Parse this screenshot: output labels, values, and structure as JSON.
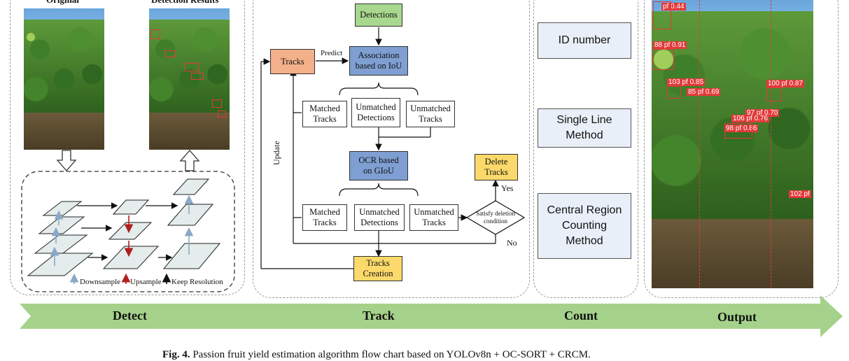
{
  "detect": {
    "original_label": "Original",
    "results_label": "Detection Results",
    "legend": {
      "downsample": "Downsample",
      "upsample": "Upsample",
      "keep": "Keep Resolution"
    }
  },
  "track": {
    "detections": "Detections",
    "tracks": "Tracks",
    "predict": "Predict",
    "association": "Association\nbased on IoU",
    "matched1": "Matched\nTracks",
    "unmatched_det1": "Unmatched\nDetections",
    "unmatched_trk1": "Unmatched\nTracks",
    "ocr": "OCR based\non GIoU",
    "matched2": "Matched\nTracks",
    "unmatched_det2": "Unmatched\nDetections",
    "unmatched_trk2": "Unmatched\nTracks",
    "decision": "Satisfy deletion\ncondition",
    "delete": "Delete\nTracks",
    "yes": "Yes",
    "no": "No",
    "update": "Update",
    "creation": "Tracks\nCreation"
  },
  "count": {
    "id": "ID number",
    "single_line": "Single Line\nMethod",
    "central": "Central Region\nCounting\nMethod"
  },
  "output": {
    "labels": [
      {
        "text": "88 pf 0.91"
      },
      {
        "text": "103 pf 0.85"
      },
      {
        "text": "85 pf 0.69"
      },
      {
        "text": "100 pf 0.87"
      },
      {
        "text": "97 pf 0.70"
      },
      {
        "text": "106 pf 0.76"
      },
      {
        "text": "98 pf 0.86"
      },
      {
        "text": "102 pf"
      },
      {
        "text": "pf 0.44"
      }
    ]
  },
  "stages": {
    "detect": "Detect",
    "track": "Track",
    "count": "Count",
    "output": "Output"
  },
  "caption": {
    "prefix": "Fig. 4.",
    "text": "Passion fruit yield estimation algorithm flow chart based on YOLOv8n + OC-SORT + CRCM."
  },
  "colors": {
    "arrow_band": "#a5d28a",
    "flow_blue": "#7f9fd2",
    "flow_green": "#a8d88e",
    "flow_orange": "#f3b08a",
    "flow_yellow": "#fbd96b",
    "detection_red": "#e23a3a"
  }
}
